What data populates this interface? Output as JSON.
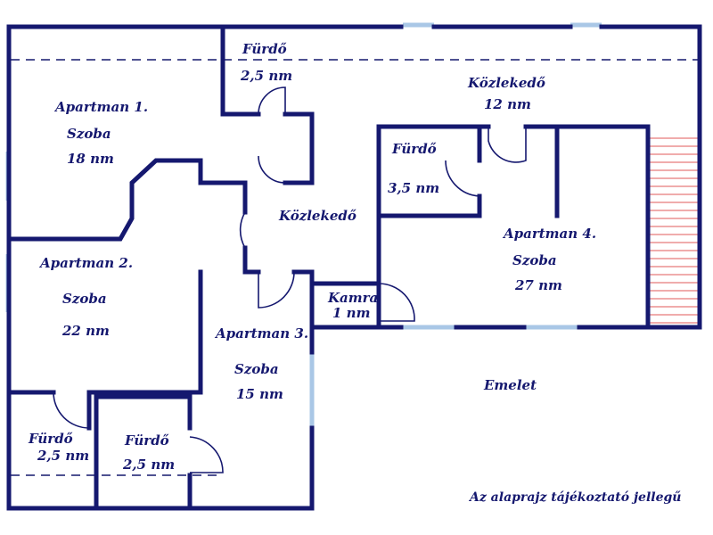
{
  "floor": "Emelet",
  "disclaimer": "Az alaprajz tájékoztató jellegű",
  "rooms": {
    "apt1_title": "Apartman 1.",
    "apt1_room": "Szoba",
    "apt1_area": "18 nm",
    "apt1_bath": "Fürdő",
    "apt1_bath_area": "2,5 nm",
    "apt2_title": "Apartman 2.",
    "apt2_room": "Szoba",
    "apt2_area": "22 nm",
    "apt2_bath": "Fürdő",
    "apt2_bath_area": "2,5 nm",
    "apt3_title": "Apartman 3.",
    "apt3_room": "Szoba",
    "apt3_area": "15 nm",
    "apt3_bath": "Fürdő",
    "apt3_bath_area": "2,5 nm",
    "apt4_title": "Apartman 4.",
    "apt4_room": "Szoba",
    "apt4_area": "27 nm",
    "apt4_bath": "Fürdő",
    "apt4_bath_area": "3,5 nm",
    "hall_top": "Közlekedő",
    "hall_top_area": "12 nm",
    "hall_mid": "Közlekedő",
    "pantry": "Kamra",
    "pantry_area": "1 nm"
  },
  "colors": {
    "wall": "#15186f",
    "window": "#a9c7e6",
    "stairs": "#e05a5a"
  }
}
